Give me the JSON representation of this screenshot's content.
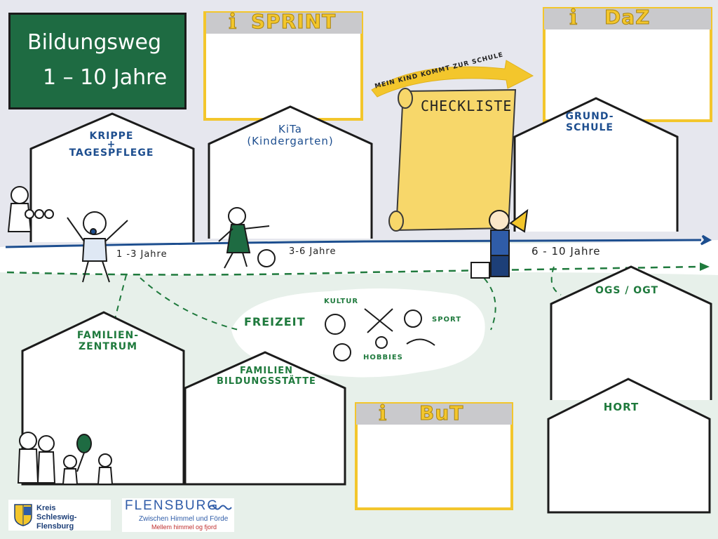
{
  "title": {
    "line1": "Bildungsweg",
    "line2": "1 – 10 Jahre"
  },
  "info_boxes": {
    "sprint": "SPRINT",
    "daz": "DaZ",
    "but": "BuT"
  },
  "arrow_label": "MEIN KIND KOMMT ZUR SCHULE",
  "checklist": "CHECKLISTE",
  "houses": {
    "krippe": {
      "line1": "KRIPPE",
      "plus": "+",
      "line2": "TAGESPFLEGE"
    },
    "kita": {
      "line1": "KiTa",
      "line2": "(Kindergarten)"
    },
    "grundschule": {
      "line1": "GRUND-",
      "line2": "SCHULE"
    },
    "familienzentrum": {
      "line1": "FAMILIEN-",
      "line2": "ZENTRUM"
    },
    "familienbildung": {
      "line1": "FAMILIEN",
      "line2": "BILDUNGSSTÄTTE"
    },
    "ogs": "OGS / OGT",
    "hort": "HORT"
  },
  "ages": {
    "a1": "1 -3 Jahre",
    "a2": "3-6 Jahre",
    "a3": "6 - 10 Jahre"
  },
  "freizeit": {
    "title": "FREIZEIT",
    "kultur": "KULTUR",
    "sport": "SPORT",
    "hobbies": "HOBBIES"
  },
  "logos": {
    "kreis_line1": "Kreis",
    "kreis_line2": "Schleswig-Flensburg",
    "flensburg": "FLENSBURG",
    "flensburg_sub": "Zwischen Himmel und Förde",
    "flensburg_sub2": "Mellem himmel og fjord"
  },
  "colors": {
    "board": "#1e6b42",
    "path_blue": "#1d4e8f",
    "path_green": "#1f7a3d",
    "accent_yellow": "#f3c62c",
    "lower_field": "#e7f0ea"
  }
}
